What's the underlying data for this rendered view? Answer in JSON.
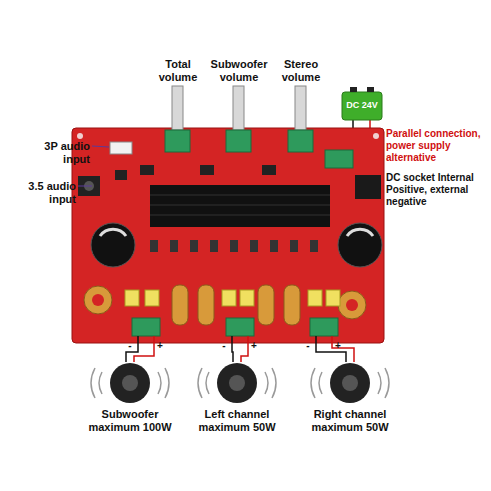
{
  "diagram": {
    "labels": [
      "Total volume",
      "Subwoofer volume",
      "Stereo volume",
      "3P audio input",
      "3.5 audio input",
      "DC 24V",
      "Parallel connection, power supply alternative",
      "DC socket Internal Positive, external negative",
      "Subwoofer maximum 100W",
      "Left channel maximum 50W",
      "Right channel maximum 50W",
      "-",
      "+",
      "-",
      "+",
      "-",
      "+"
    ]
  }
}
